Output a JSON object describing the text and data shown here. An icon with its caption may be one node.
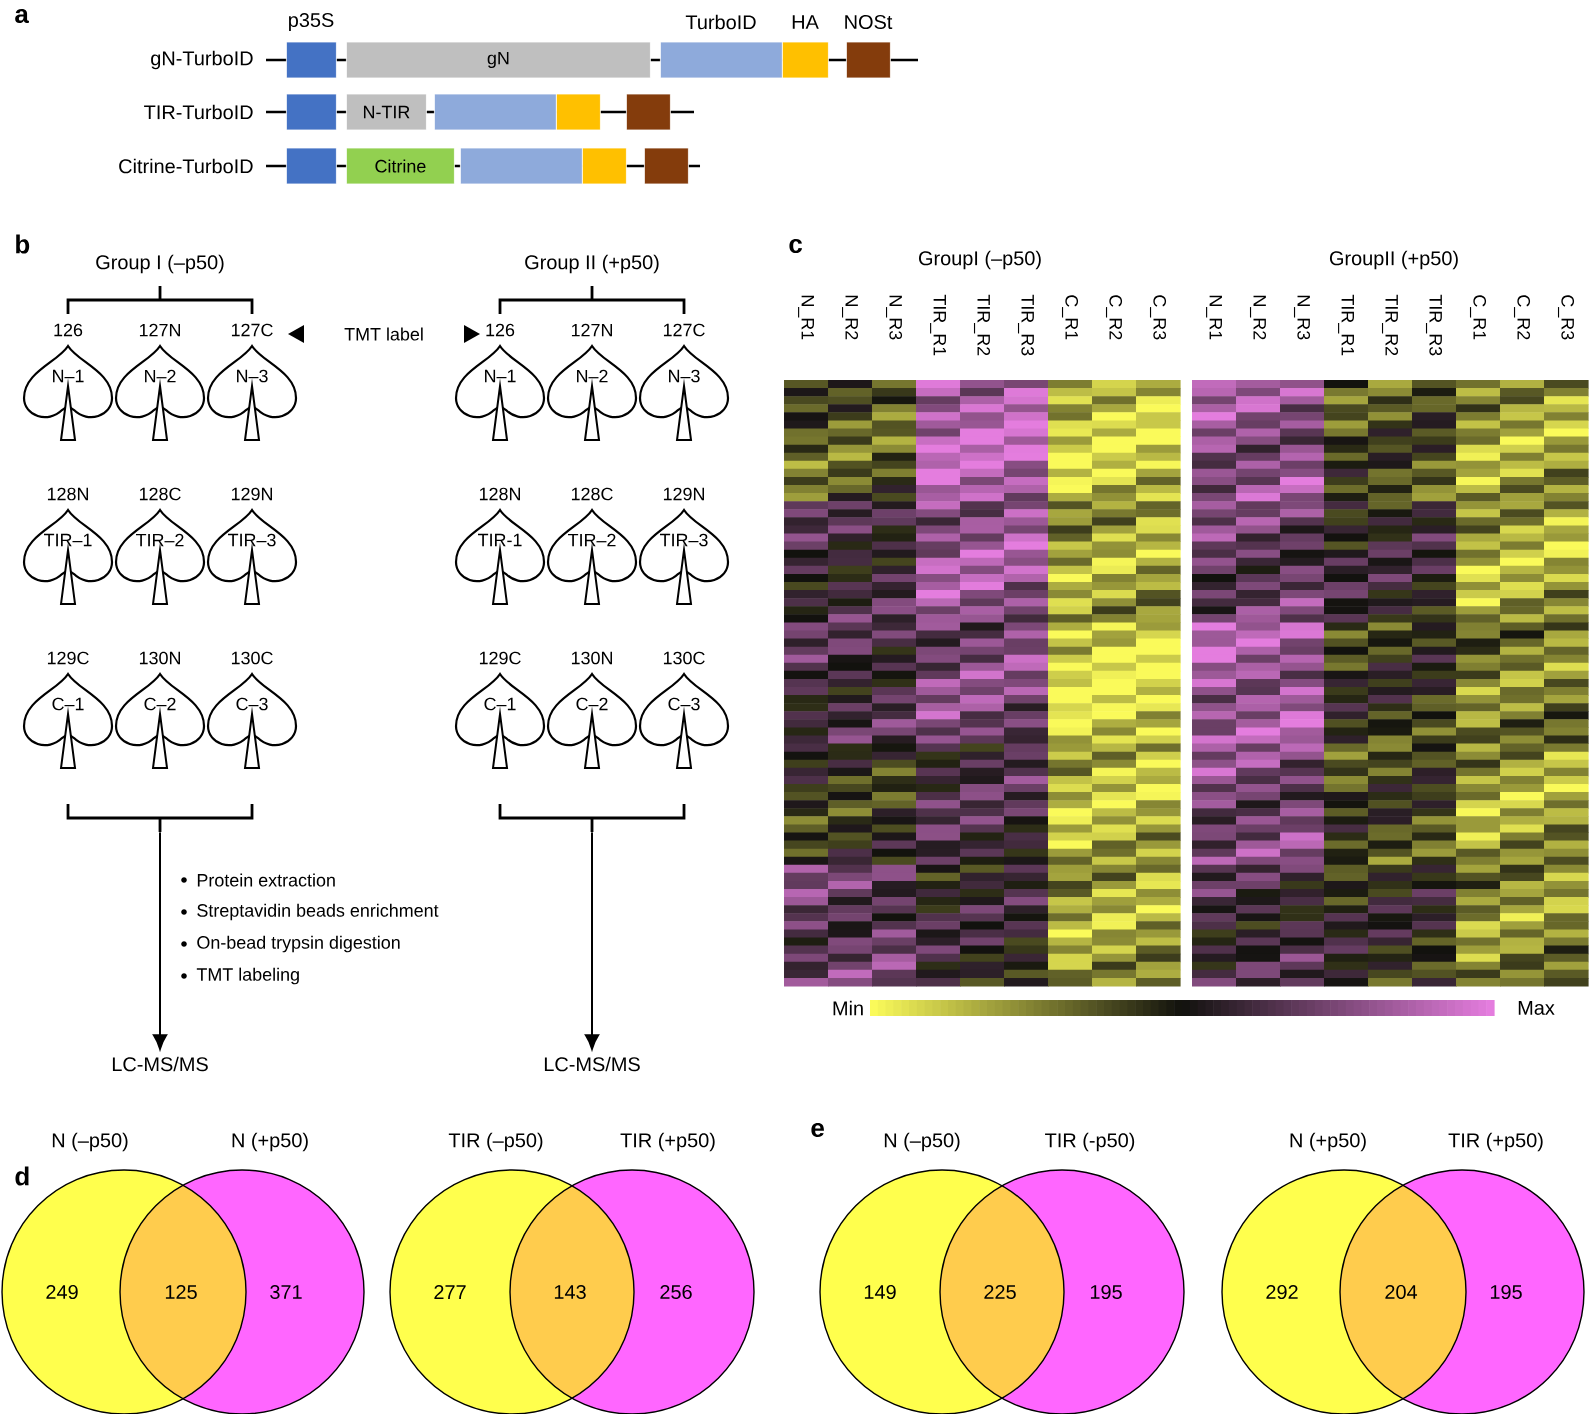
{
  "diagram": {
    "nodes": [
      {
        "text": [],
        "shape": "box",
        "beside": [
          "p35S"
        ]
      },
      {
        "text": [
          "gN"
        ]
      },
      {
        "text": [],
        "shape": "box",
        "beside": [
          "TurboID"
        ]
      },
      {
        "text": [],
        "shape": "box",
        "beside": [
          "HA"
        ]
      },
      {
        "text": [],
        "shape": "box",
        "beside": [
          "NOSt"
        ]
      },
      {
        "text": [],
        "shape": "box"
      },
      {
        "text": [
          "N-TIR"
        ]
      },
      {
        "text": [],
        "shape": "box"
      },
      {
        "text": [],
        "shape": "box"
      },
      {
        "text": [],
        "shape": "box"
      },
      {
        "text": [],
        "shape": "box"
      },
      {
        "text": [
          "Citrine"
        ]
      },
      {
        "text": [],
        "shape": "box"
      },
      {
        "text": [],
        "shape": "box"
      },
      {
        "text": [],
        "shape": "box"
      },
      {
        "text": [
          "N–1"
        ],
        "beside": [
          "126"
        ]
      },
      {
        "text": [
          "N–2"
        ],
        "beside": [
          "127N"
        ]
      },
      {
        "text": [
          "N–3"
        ],
        "beside": [
          "127C"
        ]
      },
      {
        "text": [
          "TIR–1"
        ],
        "beside": [
          "128N"
        ]
      },
      {
        "text": [
          "TIR–2"
        ],
        "beside": [
          "128C"
        ]
      },
      {
        "text": [
          "TIR–3"
        ],
        "beside": [
          "129N"
        ]
      },
      {
        "text": [
          "C–1"
        ],
        "beside": [
          "129C"
        ]
      },
      {
        "text": [
          "C–2"
        ],
        "beside": [
          "130N"
        ]
      },
      {
        "text": [
          "C–3"
        ],
        "beside": [
          "130C"
        ]
      },
      {
        "text": [
          "N–1"
        ],
        "beside": [
          "126"
        ]
      },
      {
        "text": [
          "N–2"
        ],
        "beside": [
          "127N"
        ]
      },
      {
        "text": [
          "N–3"
        ],
        "beside": [
          "127C"
        ]
      },
      {
        "text": [
          "TIR-1"
        ],
        "beside": [
          "128N"
        ]
      },
      {
        "text": [
          "TIR–2"
        ],
        "beside": [
          "128C"
        ]
      },
      {
        "text": [
          "TIR–3"
        ],
        "beside": [
          "129N"
        ]
      },
      {
        "text": [
          "C–1"
        ],
        "beside": [
          "129C"
        ]
      },
      {
        "text": [
          "C–2"
        ],
        "beside": [
          "130N"
        ]
      },
      {
        "text": [
          "C–3"
        ],
        "beside": [
          "130C"
        ]
      },
      {
        "text": [
          "LC-MS/MS"
        ]
      },
      {
        "text": [
          "LC-MS/MS"
        ]
      },
      {
        "text": [
          "N (–p50)",
          "249"
        ]
      },
      {
        "text": [
          "N (+p50)",
          "371"
        ]
      },
      {
        "text": [
          "TIR (–p50)",
          "277"
        ]
      },
      {
        "text": [
          "TIR (+p50)",
          "256"
        ]
      },
      {
        "text": [
          "N (–p50)",
          "149"
        ]
      },
      {
        "text": [
          "TIR (-p50)",
          "195"
        ]
      },
      {
        "text": [
          "N (+p50)",
          "292"
        ]
      },
      {
        "text": [
          "TIR (+p50)",
          "195"
        ]
      },
      {
        "text": [],
        "shape": "bracket"
      },
      {
        "text": [],
        "shape": "bracket"
      }
    ],
    "edges": [
      {
        "from": 43,
        "to": 33,
        "arrow": "to"
      },
      {
        "from": 44,
        "to": 34,
        "arrow": "to"
      }
    ],
    "labels": [
      "a",
      "gN-TurboID",
      "TIR-TurboID",
      "Citrine-TurboID",
      "b",
      "Group I (–p50)",
      "TMT label",
      "Group II (+p50)",
      "Protein extraction",
      "Streptavidin beads enrichment",
      "On-bead trypsin digestion",
      "TMT labeling",
      "c",
      "GroupI (–p50)",
      "GroupII (+p50)",
      "N_R1",
      "N_R2",
      "N_R3",
      "TIR_R1",
      "TIR_R2",
      "TIR_R3",
      "C_R1",
      "C_R2",
      "C_R3",
      "N_R1",
      "N_R2",
      "N_R3",
      "TIR_R1",
      "TIR_R2",
      "TIR_R3",
      "C_R1",
      "C_R2",
      "C_R3",
      "Min",
      "Max",
      "d",
      "125",
      "143",
      "e",
      "225",
      "204"
    ]
  }
}
